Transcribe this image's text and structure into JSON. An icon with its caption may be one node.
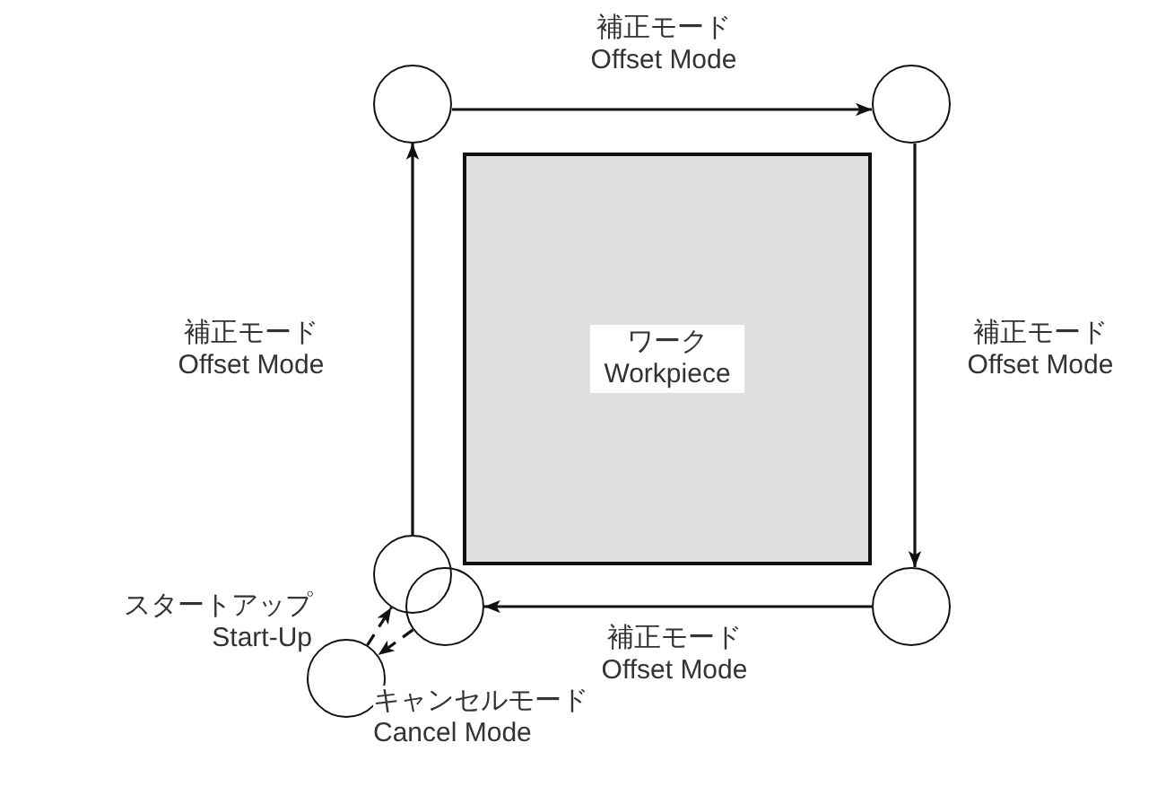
{
  "diagram": {
    "nodes": [
      {
        "text": [
          "ワーク Workpiece"
        ]
      },
      {
        "text": [],
        "shape": "circle"
      },
      {
        "text": [],
        "shape": "circle"
      },
      {
        "text": [],
        "shape": "circle"
      },
      {
        "text": [],
        "shape": "circle"
      },
      {
        "text": [],
        "shape": "circle"
      },
      {
        "text": [],
        "shape": "circle"
      }
    ],
    "edges": [
      {
        "from": 6,
        "to": 3,
        "arrow": "to",
        "style": "dashed",
        "label": "スタートアップ Start-Up"
      },
      {
        "from": 3,
        "to": 1,
        "arrow": "to",
        "label": "補正モード Offset Mode"
      },
      {
        "from": 1,
        "to": 2,
        "arrow": "to",
        "label": "補正モード Offset Mode"
      },
      {
        "from": 2,
        "to": 4,
        "arrow": "to",
        "label": "補正モード Offset Mode"
      },
      {
        "from": 4,
        "to": 5,
        "arrow": "to",
        "label": "補正モード Offset Mode"
      },
      {
        "from": 5,
        "to": 6,
        "arrow": "to",
        "style": "dashed",
        "label": "キャンセルモード Cancel Mode"
      }
    ]
  }
}
